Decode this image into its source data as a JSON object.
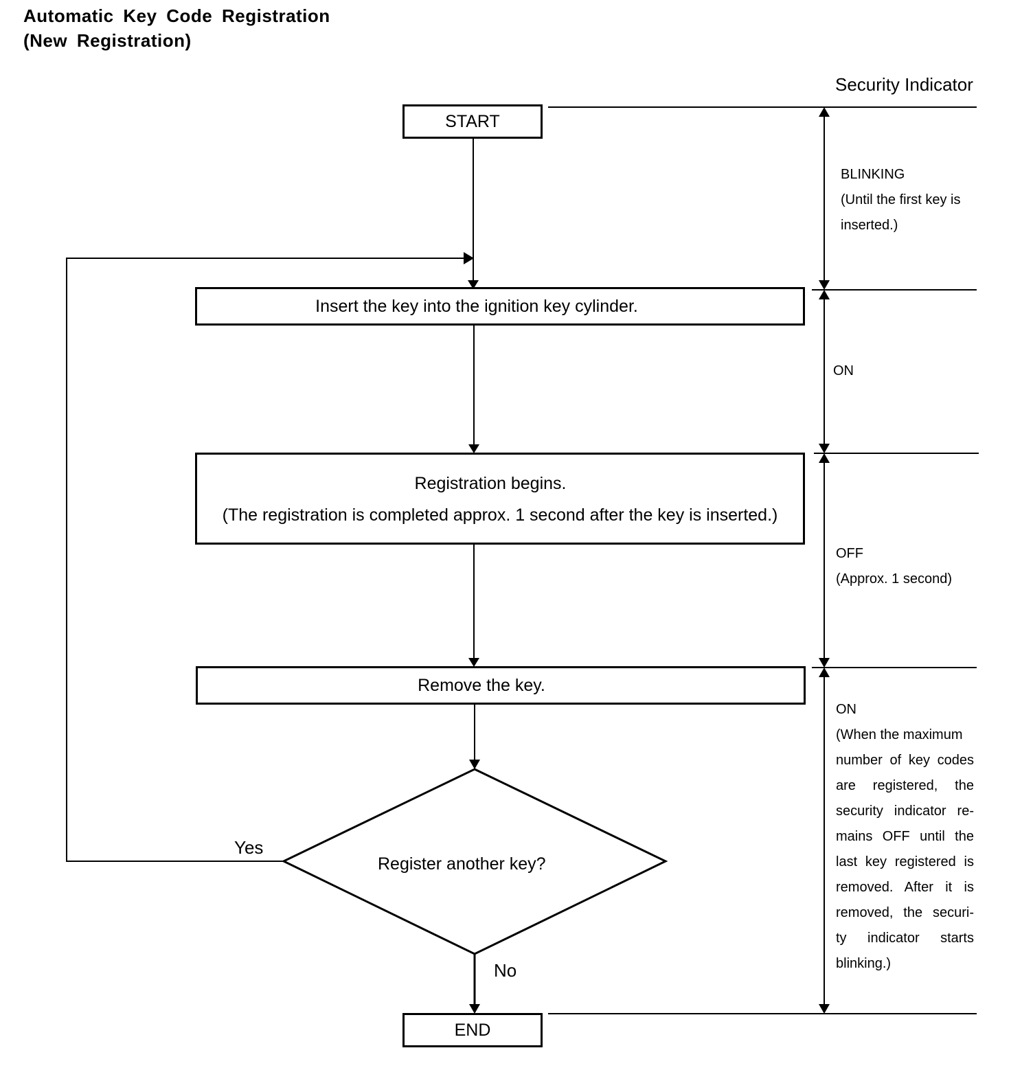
{
  "title": {
    "line1": "Automatic Key Code Registration",
    "line2": "(New Registration)"
  },
  "flow": {
    "start": "START",
    "step_insert": "Insert the key into the ignition key cylinder.",
    "step_register_line1": "Registration begins.",
    "step_register_line2": "(The registration is completed approx. 1 second after the key is inserted.)",
    "step_remove": "Remove the key.",
    "decision": "Register another key?",
    "yes": "Yes",
    "no": "No",
    "end": "END"
  },
  "indicator": {
    "header": "Security Indicator",
    "blinking": {
      "state": "BLINKING",
      "note_lines": [
        "(Until the first key is",
        "inserted.)"
      ]
    },
    "on_1": {
      "state": "ON"
    },
    "off": {
      "state": "OFF",
      "note_lines": [
        "(Approx. 1 second)"
      ]
    },
    "on_2": {
      "state": "ON",
      "note_lines": [
        "(When the maximum",
        "number of key codes",
        "are registered, the",
        "security indicator re-",
        "mains OFF until the",
        "last key registered is",
        "removed. After it is",
        "removed, the securi-",
        "ty indicator starts",
        "blinking.)"
      ]
    }
  }
}
